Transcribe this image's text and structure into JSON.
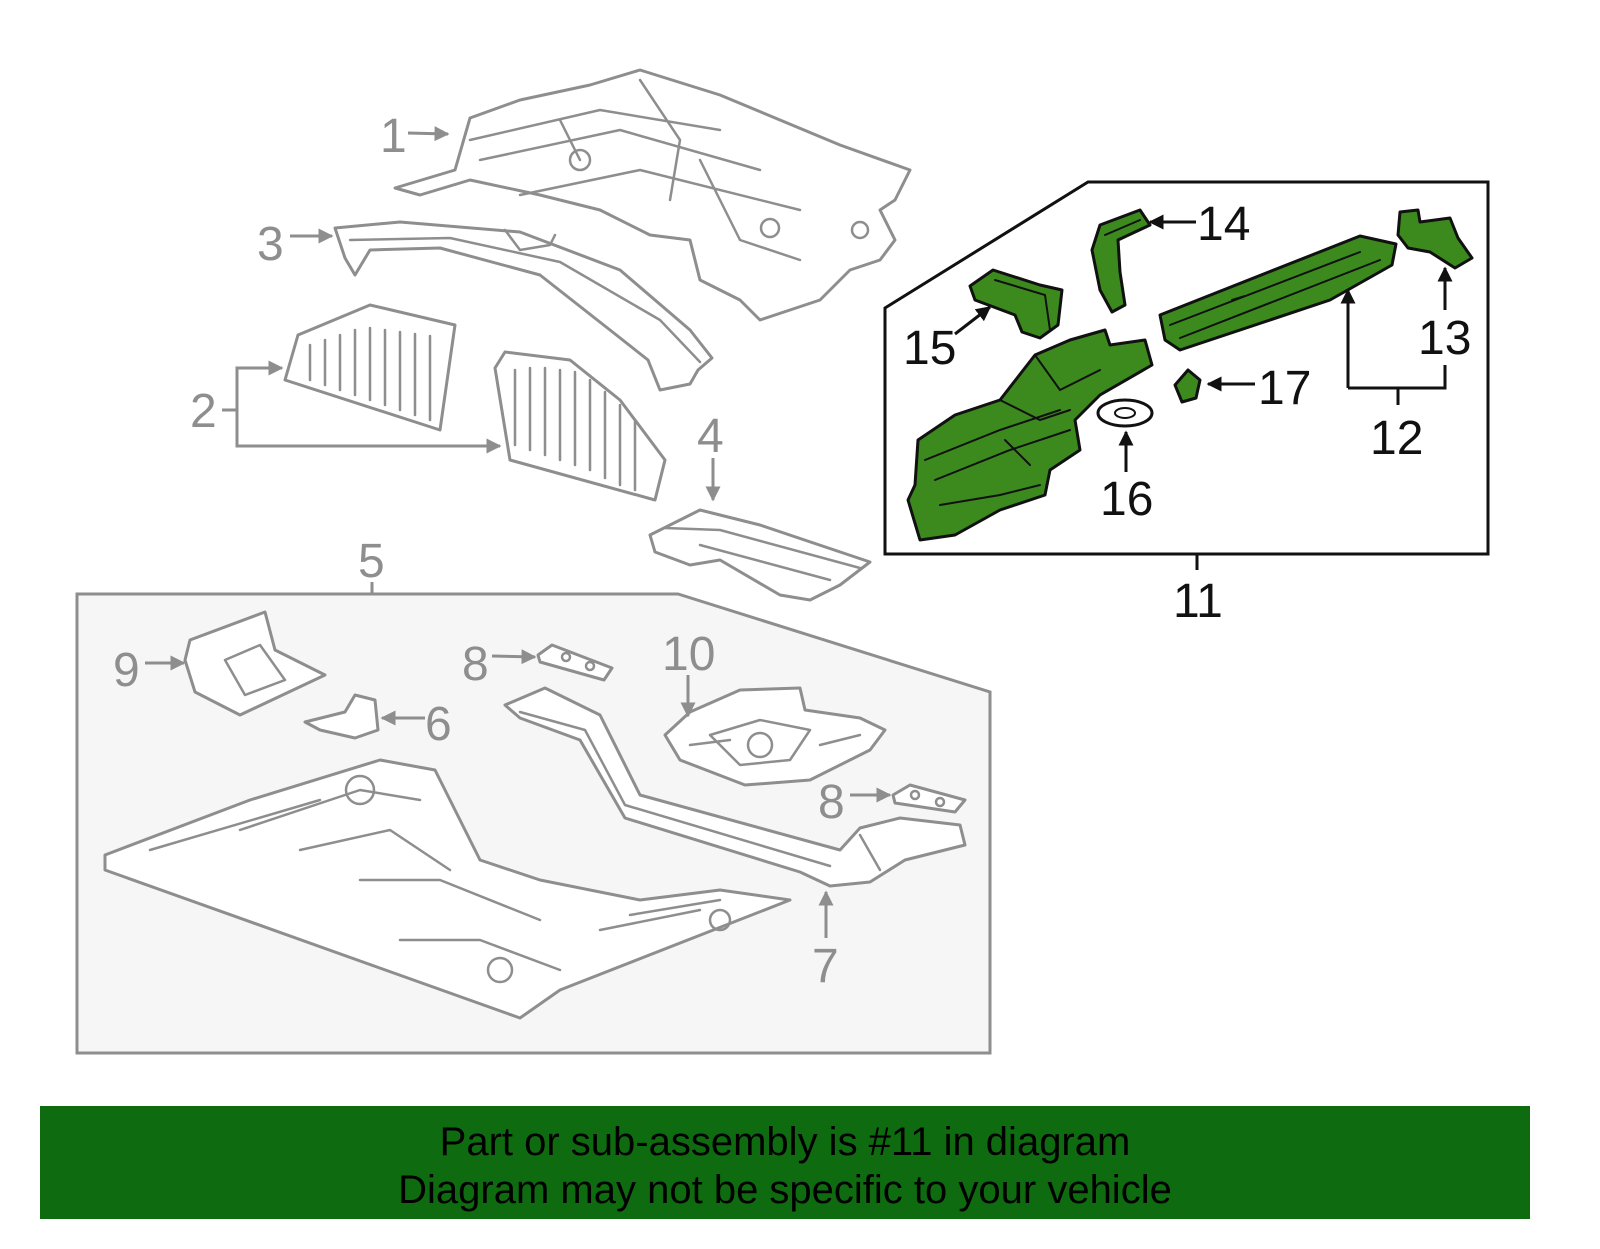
{
  "callouts": {
    "c1": "1",
    "c2": "2",
    "c3": "3",
    "c4": "4",
    "c5": "5",
    "c6": "6",
    "c7": "7",
    "c8a": "8",
    "c8b": "8",
    "c9": "9",
    "c10": "10",
    "c11": "11",
    "c12": "12",
    "c13": "13",
    "c14": "14",
    "c15": "15",
    "c16": "16",
    "c17": "17"
  },
  "banner": {
    "line1": "Part or sub-assembly is #11 in diagram",
    "line2": "Diagram may not be specific to your vehicle"
  },
  "colors": {
    "highlight_green": "#3c8a1e",
    "banner_green": "#0f6b0f",
    "line_grey": "#8e8e8e",
    "panel_fill": "#f6f6f6"
  },
  "highlighted_assembly": "11"
}
